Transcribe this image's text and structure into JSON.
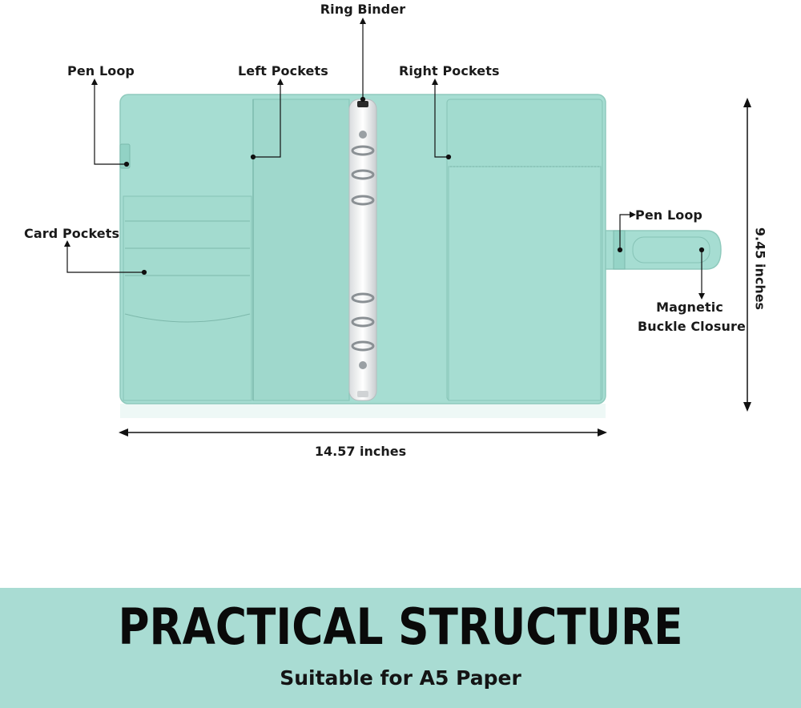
{
  "callouts": {
    "ring_binder": "Ring Binder",
    "pen_loop_left": "Pen Loop",
    "left_pockets": "Left Pockets",
    "right_pockets": "Right Pockets",
    "card_pockets": "Card Pockets",
    "pen_loop_right": "Pen Loop",
    "magnetic_line1": "Magnetic",
    "magnetic_line2": "Buckle Closure"
  },
  "dimensions": {
    "width": "14.57 inches",
    "height": "9.45 inches"
  },
  "banner": {
    "title": "PRACTICAL STRUCTURE",
    "subtitle": "Suitable for A5 Paper"
  },
  "colors": {
    "mint": "#a9dcd3",
    "binder_body": "#a6ddd2",
    "binder_shadow": "#8fcabd",
    "text": "#1a1a1a"
  }
}
